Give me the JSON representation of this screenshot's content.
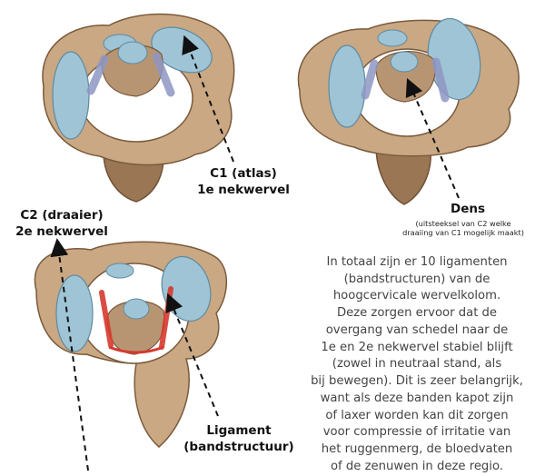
{
  "labels": {
    "c1": [
      "C1 (atlas)",
      "1e nekwervel"
    ],
    "c2": [
      "C2 (draaier)",
      "2e nekwervel"
    ],
    "dens": "Dens",
    "dens_note": [
      "(uitsteeksel van C2 welke",
      "draaiing van C1 mogelijk maakt)"
    ],
    "ligament": [
      "Ligament",
      "(bandstructuur)"
    ]
  },
  "description_lines": [
    "In totaal zijn er 10 ligamenten",
    "(bandstructuren) van de",
    "hoogcervicale wervelkolom.",
    "Deze zorgen ervoor dat de",
    "overgang van schedel naar de",
    "1e en 2e nekwervel stabiel blijft",
    "(zowel in neutraal stand, als",
    "bij bewegen). Dit is zeer belangrijk,",
    "want als deze banden kapot zijn",
    "of laxer worden kan dit zorgen",
    "voor compressie of irritatie van",
    "het ruggenmerg, de bloedvaten",
    "of de zenuwen in deze regio."
  ],
  "colors": {
    "bone": "#c9a883",
    "bone_dark": "#8a6848",
    "cartilage": "#9ec4d6",
    "ligament": "#8f97c4",
    "ligament_highlight": "#d63a2f",
    "text_body": "#444444"
  }
}
